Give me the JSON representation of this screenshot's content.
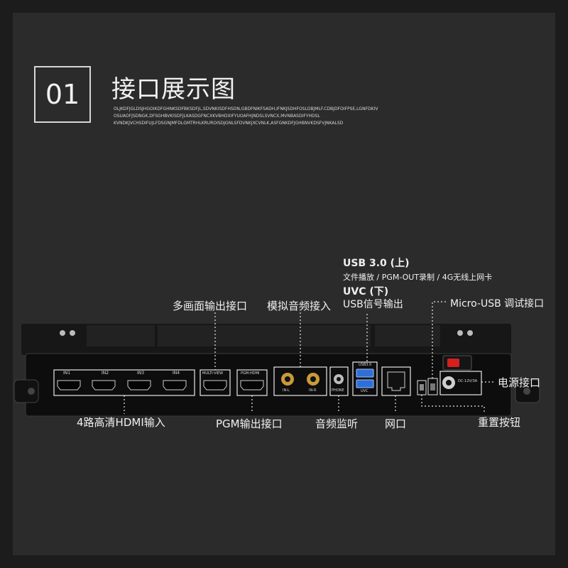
{
  "header": {
    "number": "01",
    "title": "接口展示图",
    "subtitle_lines": [
      "OLJKDFJGLDSJHGOIKDFGHNKSDFBKSDFJL,SDVNKISDFHSDN,GBDFNIKFSADH,IFNKJSDHFOSLDBJMLF.CDBJDFOIFPSE,LGNFDKIV",
      "OSUAOFJSDNGK,DFSGHBVKISDFJLKASDGFNCXKVBHDXIFYUOAFHJNDSLSVNCX,MVNBASDIFYHDSL",
      "KVNDKJVCHSDIFUJLFDSGNJMFDLGMTRHLKRUROISDJGNLSFDVNKJXCVNLK,ASFGNKDFJGHBNVKDSFVJNKALSD"
    ]
  },
  "labels": {
    "hdmi_in": "4路高清HDMI输入",
    "multiview": "多画面输出接口",
    "pgm": "PGM输出接口",
    "analog_audio": "模拟音频接入",
    "monitor": "音频监听",
    "usb3_title": "USB 3.0 (上)",
    "usb3_desc": "文件播放 / PGM-OUT录制 / 4G无线上网卡",
    "uvc_title": "UVC (下)",
    "uvc_desc": "USB信号输出",
    "network": "网口",
    "micro_usb": "Micro-USB 调试接口",
    "power": "电源接口",
    "reset": "重置按钮"
  },
  "device": {
    "hdmi_ports": [
      "IN1",
      "IN2",
      "IN3",
      "IN4"
    ],
    "multiview_port": "MULTI-VIEW",
    "pgm_port": "PGM-HDMI",
    "audio_in": [
      "IN-L",
      "IN-R"
    ],
    "phone_port": "PHONE",
    "usb_top": "USB3.0",
    "usb_bottom": "UVC",
    "dc_label": "DC-12V/3A",
    "power_switch_color": "#d42020"
  },
  "colors": {
    "background": "#2b2b2b",
    "text": "#f0f0f0",
    "usb_blue": "#2f6fd6"
  }
}
